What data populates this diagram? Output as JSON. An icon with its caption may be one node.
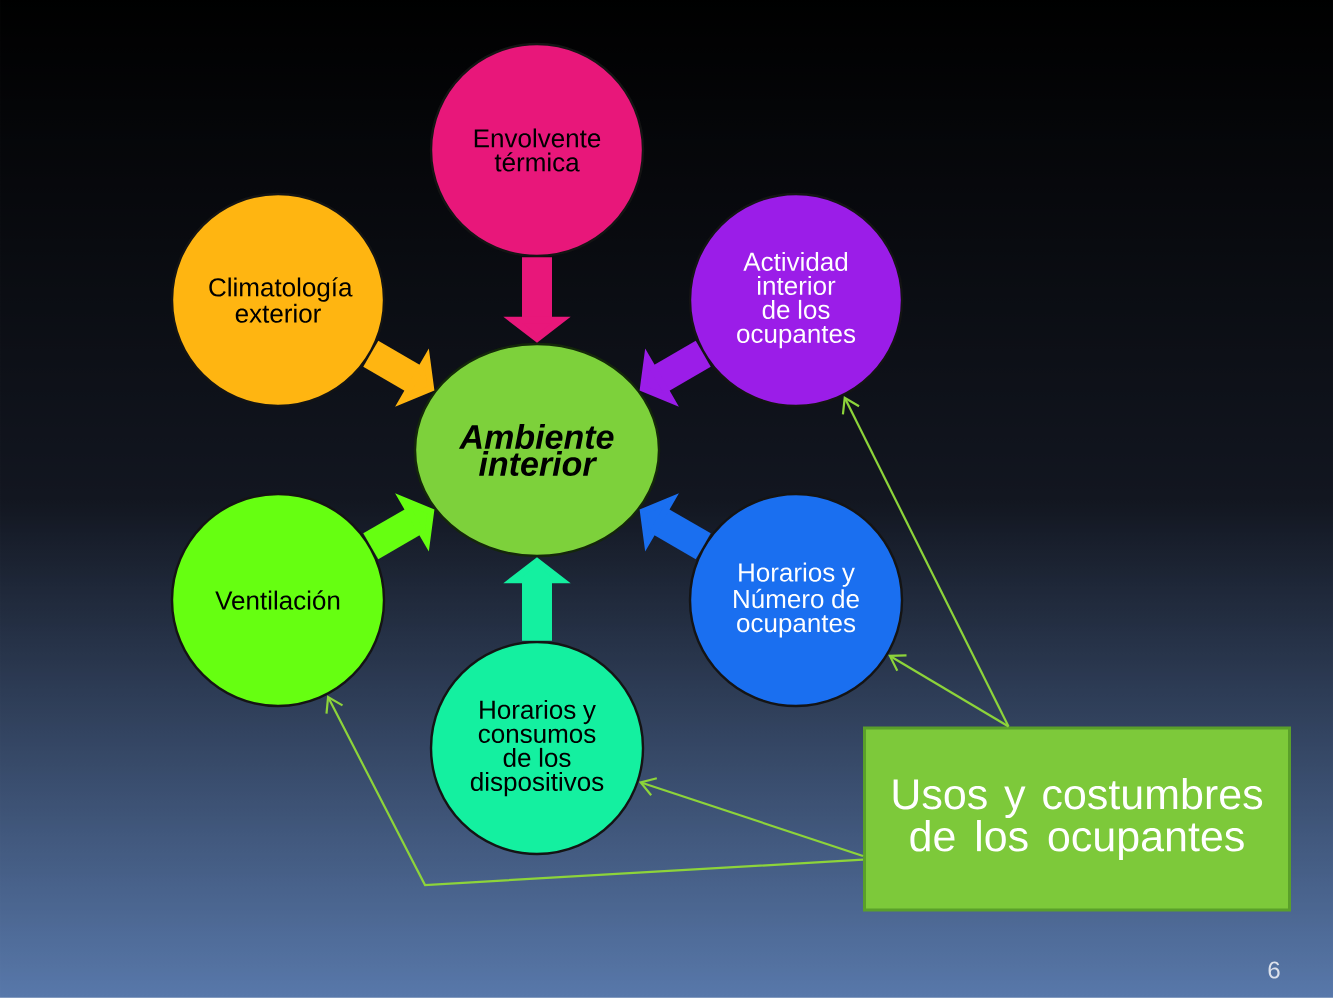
{
  "diagram": {
    "nodes": [
      {
        "text": [
          "Envolvente térmica"
        ]
      },
      {
        "text": [
          "Climatología exterior"
        ]
      },
      {
        "text": [
          "Actividad interior de los ocupantes"
        ]
      },
      {
        "text": [
          "Ambiente interior"
        ]
      },
      {
        "text": [
          "Ventilación"
        ]
      },
      {
        "text": [
          "Horarios y Número de ocupantes"
        ]
      },
      {
        "text": [
          "Horarios y consumos de los dispositivos"
        ]
      },
      {
        "text": [
          "Usos y costumbres de los ocupantes"
        ]
      }
    ],
    "edges": [
      {
        "from": 0,
        "to": 3,
        "arrow": "to",
        "color": "#e8177a"
      },
      {
        "from": 2,
        "to": 3,
        "arrow": "to",
        "color": "#9b1de8"
      },
      {
        "from": 5,
        "to": 3,
        "arrow": "to",
        "color": "#1a6ff0"
      },
      {
        "from": 6,
        "to": 3,
        "arrow": "to",
        "color": "#14f0a0"
      },
      {
        "from": 4,
        "to": 3,
        "arrow": "to",
        "color": "#66ff11"
      },
      {
        "from": 1,
        "to": 3,
        "arrow": "to",
        "color": "#ffb511"
      },
      {
        "from": 7,
        "to": 2,
        "arrow": "to",
        "color": "#8dd43a"
      },
      {
        "from": 7,
        "to": 5,
        "arrow": "to",
        "color": "#8dd43a"
      },
      {
        "from": 7,
        "to": 6,
        "arrow": "to",
        "color": "#8dd43a"
      },
      {
        "from": 7,
        "to": 4,
        "arrow": "to",
        "color": "#8dd43a"
      }
    ],
    "labels": [
      "6"
    ]
  }
}
